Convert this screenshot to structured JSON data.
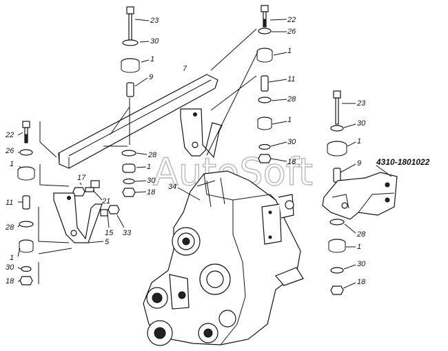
{
  "watermark": "AutoSoft",
  "assembly_code": "4310-1801022",
  "callouts": {
    "c23a": "23",
    "c30a": "30",
    "c1a": "1",
    "c9a": "9",
    "c7": "7",
    "c22a": "22",
    "c26a": "26",
    "c1b": "1",
    "c11a": "11",
    "c28a": "28",
    "c1c": "1",
    "c30b": "30",
    "c18a": "18",
    "c23b": "23",
    "c30c": "30",
    "c1d": "1",
    "c28b": "28",
    "c1e": "1",
    "c30d": "30",
    "c18b": "18",
    "c34": "34",
    "c22b": "22",
    "c26b": "26",
    "c1f": "1",
    "c11b": "11",
    "c28c": "28",
    "c1g": "1",
    "c30e": "30",
    "c18c": "18",
    "c17": "17",
    "c21": "21",
    "c15": "15",
    "c33": "33",
    "c5": "5",
    "c9b": "9",
    "c28d": "28",
    "c1h": "1",
    "c30f": "30",
    "c18d": "18"
  }
}
